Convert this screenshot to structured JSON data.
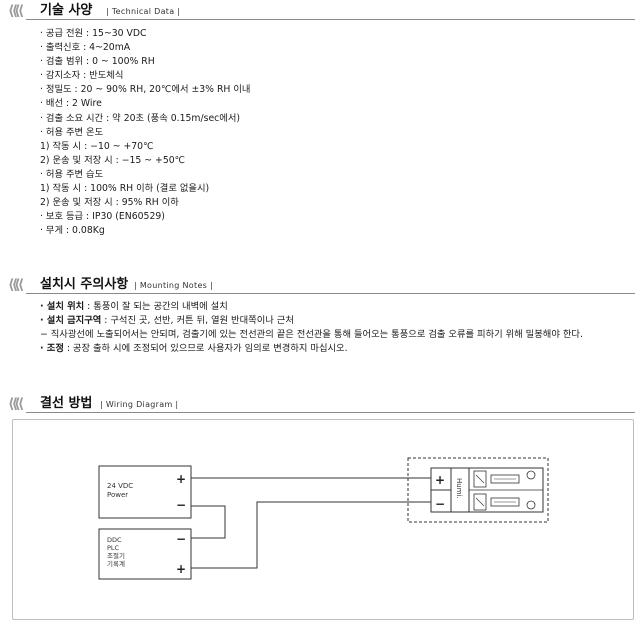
{
  "sections": {
    "technical": {
      "title": "기술 사양",
      "subtitle": "| Technical Data |"
    },
    "mounting": {
      "title": "설치시 주의사항",
      "subtitle": "| Mounting Notes |"
    },
    "wiring": {
      "title": "결선 방법",
      "subtitle": "| Wiring Diagram |"
    }
  },
  "specs": [
    "· 공급 전원 : 15~30 VDC",
    "· 출력신호 : 4~20mA",
    "· 검출 범위 : 0 ~ 100% RH",
    "· 감지소자 : 반도체식",
    "· 정밀도 : 20 ~ 90% RH, 20℃에서 ±3% RH 이내",
    "· 배선 : 2 Wire",
    "· 검출 소요 시간 : 약 20초 (풍속 0.15m/sec에서)",
    "· 허용 주변 온도",
    " 1) 작동 시 : −10 ~ +70℃",
    " 2) 운송 및 저장 시 : −15 ~ +50℃",
    "· 허용 주변 습도",
    " 1) 작동 시 : 100% RH 이하 (결로 없을시)",
    " 2) 운송 및 저장 시 : 95% RH 이하",
    "· 보호 등급 : IP30 (EN60529)",
    "· 무게 : 0.08Kg"
  ],
  "notes": [
    {
      "label": "· 설치 위치",
      "text": " : 통풍이 잘 되는 공간의 내벽에 설치"
    },
    {
      "label": "· 설치 금지구역",
      "text": " : 구석진 곳, 선반, 커튼 뒤, 열원 반대쪽이나 근처"
    },
    {
      "label": "",
      "text": "   − 직사광선에 노출되어서는 안되며, 검출기에 있는 전선관의 끝은 전선관을 통해 들어오는 통풍으로 검출 오류를 피하기 위해 밀봉해야 한다."
    },
    {
      "label": "· 조정",
      "text": " : 공장 출하 시에 조정되어 있으므로 사용자가 임의로 변경하지 마십시오."
    }
  ],
  "diagram": {
    "power_label_1": "24 VDC",
    "power_label_2": "Power",
    "ddc_label_1": "DDC",
    "ddc_label_2": "PLC",
    "ddc_label_3": "조절기",
    "ddc_label_4": "기록계",
    "plus": "+",
    "minus": "−",
    "humi_label": "Humi."
  }
}
